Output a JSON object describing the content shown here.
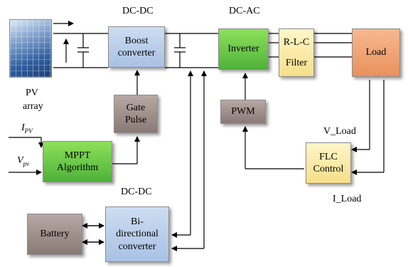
{
  "labels": {
    "dcdc_top": "DC-DC",
    "dcac": "DC-AC",
    "pv_array_1": "PV",
    "pv_array_2": "array",
    "v_load": "V_Load",
    "i_load": "I_Load",
    "dcdc_bottom": "DC-DC",
    "ipv_main": "I",
    "ipv_sub": "PV",
    "vpv_main": "V",
    "vpv_sub": "pv"
  },
  "blocks": {
    "boost": [
      "Boost",
      "converter"
    ],
    "inverter": "Inverter",
    "filter": [
      "R-L-C",
      "Filter"
    ],
    "load": "Load",
    "gate": [
      "Gate",
      "Pulse"
    ],
    "pwm": "PWM",
    "mppt": [
      "MPPT",
      "Algorithm"
    ],
    "flc": [
      "FLC",
      "Control"
    ],
    "battery": "Battery",
    "bidirectional": [
      "Bi-",
      "directional",
      "converter"
    ]
  },
  "colors": {
    "dc_converters": "#b5c9e8",
    "inverter": "#6cc449",
    "filter": "#fbe9a6",
    "load": "#f0a677",
    "control_blocks": "#a09290",
    "controllers": "#fbe9a6"
  },
  "icons": {
    "pv_panel": "solar-building-icon"
  }
}
